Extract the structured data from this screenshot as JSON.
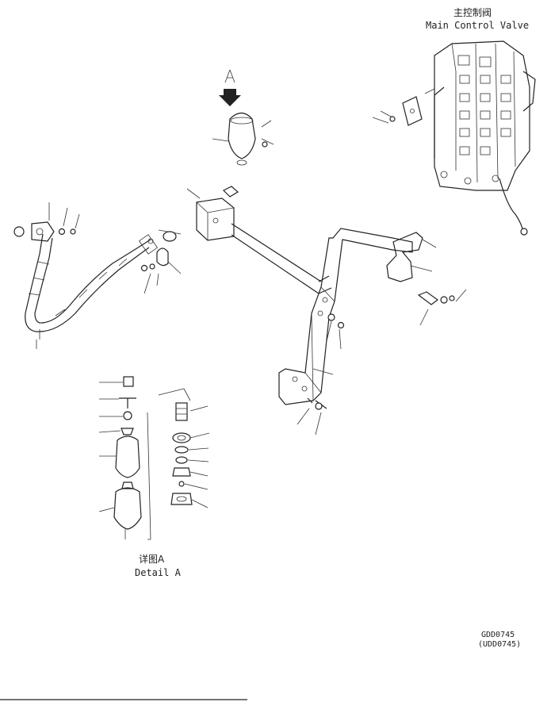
{
  "main_control_valve": {
    "label_cn": "主控制阀",
    "label_en": "Main Control Valve"
  },
  "view_marker": "A",
  "detail": {
    "label_cn": "详图A",
    "label_en": "Detail A"
  },
  "drawing_codes": {
    "primary": "GDD0745",
    "secondary": "(UDD0745)"
  },
  "colors": {
    "line": "#222222",
    "background": "#ffffff"
  }
}
